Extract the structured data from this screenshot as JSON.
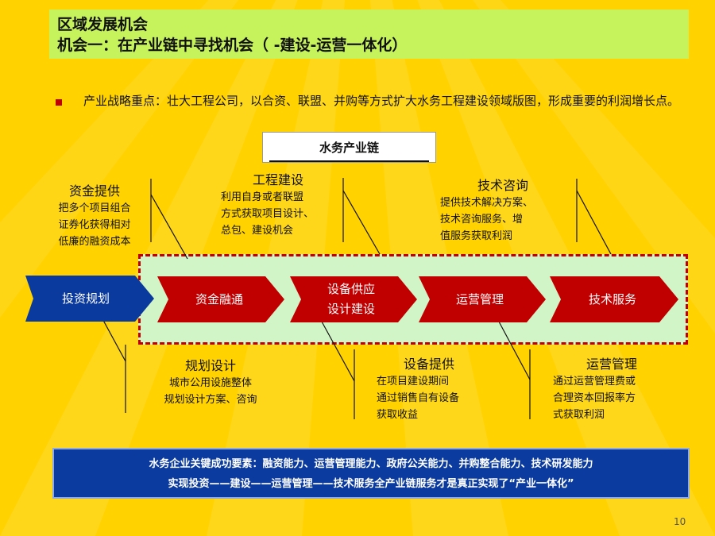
{
  "title": {
    "line1": "区域发展机会",
    "line2": "机会一：在产业链中寻找机会（ -建设-运营一体化）"
  },
  "intro": {
    "text": "产业战略重点：壮大工程公司，以合资、联盟、并购等方式扩大水务工程建设领域版图，形成重要的利润增长点。"
  },
  "chain_title": "水务产业链",
  "arrows": [
    {
      "label": "投资规划",
      "color": "#0A3A9E"
    },
    {
      "label": "资金融通",
      "color": "#C00000"
    },
    {
      "line1": "设备供应",
      "line2": "设计建设",
      "color": "#C00000"
    },
    {
      "label": "运营管理",
      "color": "#C00000"
    },
    {
      "label": "技术服务",
      "color": "#C00000"
    }
  ],
  "top_callouts": [
    {
      "heading": "资金提供",
      "lines": [
        "把多个项目组合",
        "证券化获得相对",
        "低廉的融资成本"
      ]
    },
    {
      "heading": "工程建设",
      "lines": [
        "利用自身或者联盟",
        "方式获取项目设计、",
        "总包、建设机会"
      ]
    },
    {
      "heading": "技术咨询",
      "lines": [
        "提供技术解决方案、",
        "技术咨询服务、增",
        "值服务获取利润"
      ]
    }
  ],
  "bottom_callouts": [
    {
      "heading": "规划设计",
      "lines": [
        "城市公用设施整体",
        "规划设计方案、咨询"
      ]
    },
    {
      "heading": "设备提供",
      "lines": [
        "在项目建设期间",
        "通过销售自有设备",
        "获取收益"
      ]
    },
    {
      "heading": "运营管理",
      "lines": [
        "通过运营管理费或",
        "合理资本回报率方",
        "式获取利润"
      ]
    }
  ],
  "footer": {
    "line1": "水务企业关键成功要素：融资能力、运营管理能力、政府公关能力、并购整合能力、技术研发能力",
    "line2": "实现投资——建设——运营管理——技术服务全产业链服务才是真正实现了“产业一体化”"
  },
  "page_number": "10",
  "colors": {
    "background": "#FFD400",
    "title_band": "#C6F25B",
    "dashed_box_fill": "#D2F5C7",
    "accent_red": "#C00000",
    "accent_blue": "#0A3A9E"
  }
}
